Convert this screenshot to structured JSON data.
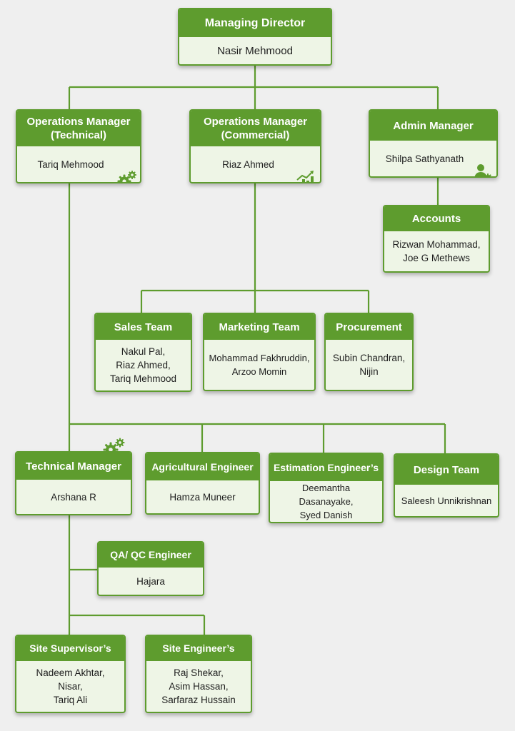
{
  "colors": {
    "accent": "#5e9c2e",
    "box_fill": "#eef5e6",
    "connector": "#5e9c2e",
    "background": "#efefef"
  },
  "nodes": {
    "md": {
      "title": "Managing Director",
      "name": "Nasir Mehmood"
    },
    "ops_tech": {
      "title": "Operations Manager\n(Technical)",
      "name": "Tariq Mehmood",
      "icon": "gears-icon"
    },
    "ops_comm": {
      "title": "Operations Manager\n(Commercial)",
      "name": "Riaz Ahmed",
      "icon": "growth-chart-icon"
    },
    "admin": {
      "title": "Admin Manager",
      "name": "Shilpa Sathyanath",
      "icon": "user-gear-icon"
    },
    "accounts": {
      "title": "Accounts",
      "name": "Rizwan Mohammad,\nJoe G Methews"
    },
    "sales": {
      "title": "Sales Team",
      "name": "Nakul Pal,\nRiaz Ahmed,\nTariq Mehmood"
    },
    "marketing": {
      "title": "Marketing Team",
      "name": "Mohammad Fakhruddin,\nArzoo Momin"
    },
    "procurement": {
      "title": "Procurement",
      "name": "Subin Chandran,\nNijin"
    },
    "tech_mgr": {
      "title": "Technical Manager",
      "name": "Arshana R",
      "icon": "gears-icon"
    },
    "agri": {
      "title": "Agricultural Engineer",
      "name": "Hamza Muneer"
    },
    "estimation": {
      "title": "Estimation Engineer’s",
      "name": "Deemantha Dasanayake,\nSyed Danish"
    },
    "design": {
      "title": "Design Team",
      "name": "Saleesh Unnikrishnan"
    },
    "qaqc": {
      "title": "QA/ QC Engineer",
      "name": "Hajara"
    },
    "site_sup": {
      "title": "Site Supervisor’s",
      "name": "Nadeem Akhtar,\nNisar,\nTariq Ali"
    },
    "site_eng": {
      "title": "Site Engineer’s",
      "name": "Raj Shekar,\nAsim Hassan,\nSarfaraz Hussain"
    }
  }
}
